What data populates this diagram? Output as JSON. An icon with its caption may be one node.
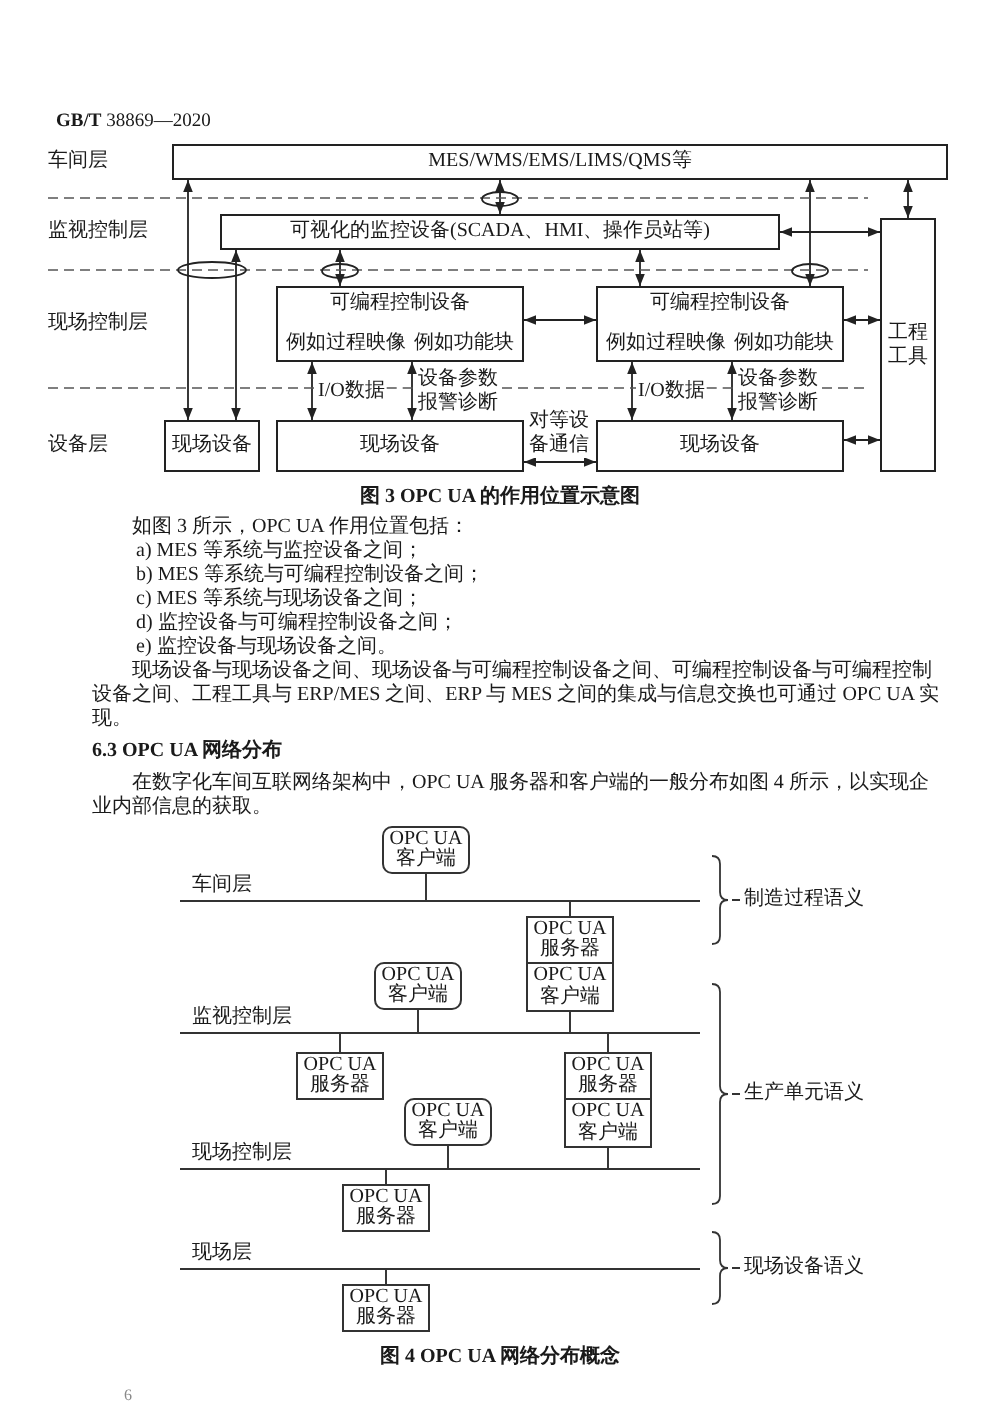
{
  "diagram": {
    "nodes": [
      {
        "text": [
          "MES/WMS/EMS/LIMS/QMS等"
        ]
      },
      {
        "text": [
          "可视化的监控设备(SCADA、HMI、操作员站等)"
        ]
      },
      {
        "text": [
          "工程工具"
        ]
      },
      {
        "text": [
          "可编程控制设备",
          "例如过程映像",
          "例如功能块"
        ]
      },
      {
        "text": [
          "可编程控制设备",
          "例如过程映像",
          "例如功能块"
        ]
      },
      {
        "text": [
          "现场设备"
        ]
      },
      {
        "text": [
          "现场设备"
        ]
      },
      {
        "text": [
          "现场设备"
        ]
      },
      {
        "text": [
          "OPC UA 客户端"
        ]
      },
      {
        "text": [],
        "shape": "line",
        "beside": [
          "车间层"
        ]
      },
      {
        "text": [
          "OPC UA 服务器"
        ]
      },
      {
        "text": [
          "OPC UA 客户端"
        ]
      },
      {
        "text": [
          "OPC UA 客户端"
        ]
      },
      {
        "text": [],
        "shape": "line",
        "beside": [
          "监视控制层"
        ]
      },
      {
        "text": [
          "OPC UA 服务器"
        ]
      },
      {
        "text": [
          "OPC UA 服务器"
        ]
      },
      {
        "text": [
          "OPC UA 客户端"
        ]
      },
      {
        "text": [
          "OPC UA 客户端"
        ]
      },
      {
        "text": [],
        "shape": "line",
        "beside": [
          "现场控制层"
        ]
      },
      {
        "text": [
          "OPC UA 服务器"
        ]
      },
      {
        "text": [],
        "shape": "line",
        "beside": [
          "现场层"
        ]
      },
      {
        "text": [
          "OPC UA 服务器"
        ]
      }
    ],
    "edges": [
      {
        "from": 0,
        "to": 5,
        "arrow": "both"
      },
      {
        "from": 1,
        "to": 5,
        "arrow": "both"
      },
      {
        "from": 0,
        "to": 1,
        "arrow": "both"
      },
      {
        "from": 1,
        "to": 3,
        "arrow": "both"
      },
      {
        "from": 1,
        "to": 4,
        "arrow": "both"
      },
      {
        "from": 0,
        "to": 4,
        "arrow": "both"
      },
      {
        "from": 0,
        "to": 2,
        "arrow": "both"
      },
      {
        "from": 1,
        "to": 2,
        "arrow": "both"
      },
      {
        "from": 3,
        "to": 4,
        "arrow": "both"
      },
      {
        "from": 4,
        "to": 2,
        "arrow": "both"
      },
      {
        "from": 3,
        "to": 6,
        "arrow": "both",
        "label": "I/O数据"
      },
      {
        "from": 3,
        "to": 6,
        "arrow": "both",
        "label": "设备参数报警诊断"
      },
      {
        "from": 4,
        "to": 7,
        "arrow": "both",
        "label": "I/O数据"
      },
      {
        "from": 4,
        "to": 7,
        "arrow": "both",
        "label": "设备参数报警诊断"
      },
      {
        "from": 6,
        "to": 7,
        "arrow": "both",
        "label": "对等设备通信"
      },
      {
        "from": 7,
        "to": 2,
        "arrow": "both"
      },
      {
        "from": 8,
        "to": 9,
        "arrow": "none"
      },
      {
        "from": 9,
        "to": 10,
        "arrow": "none"
      },
      {
        "from": 11,
        "to": 13,
        "arrow": "none"
      },
      {
        "from": 12,
        "to": 13,
        "arrow": "none"
      },
      {
        "from": 13,
        "to": 14,
        "arrow": "none"
      },
      {
        "from": 13,
        "to": 15,
        "arrow": "none"
      },
      {
        "from": 16,
        "to": 18,
        "arrow": "none"
      },
      {
        "from": 17,
        "to": 18,
        "arrow": "none"
      },
      {
        "from": 18,
        "to": 19,
        "arrow": "none"
      },
      {
        "from": 20,
        "to": 21,
        "arrow": "none"
      }
    ],
    "labels": [
      "**GB/T** 38869—2020",
      "车间层",
      "监视控制层",
      "现场控制层",
      "设备层",
      "图 3 OPC UA 的作用位置示意图",
      "如图 3 所示，OPC UA 作用位置包括：",
      "a) MES 等系统与监控设备之间；",
      "b) MES 等系统与可编程控制设备之间；",
      "c) MES 等系统与现场设备之间；",
      "d) 监控设备与可编程控制设备之间；",
      "e) 监控设备与现场设备之间。",
      "现场设备与现场设备之间、现场设备与可编程控制设备之间、可编程控制设备与可编程控制设备之间、工程工具与 ERP/MES 之间、ERP 与 MES 之间的集成与信息交换也可通过 OPC UA 实现。",
      "6.3 OPC UA 网络分布",
      "在数字化车间互联网络架构中，OPC UA 服务器和客户端的一般分布如图 4 所示，以实现企业内部信息的获取。",
      "制造过程语义",
      "生产单元语义",
      "现场设备语义",
      "图 4 OPC UA 网络分布概念",
      "6"
    ]
  }
}
